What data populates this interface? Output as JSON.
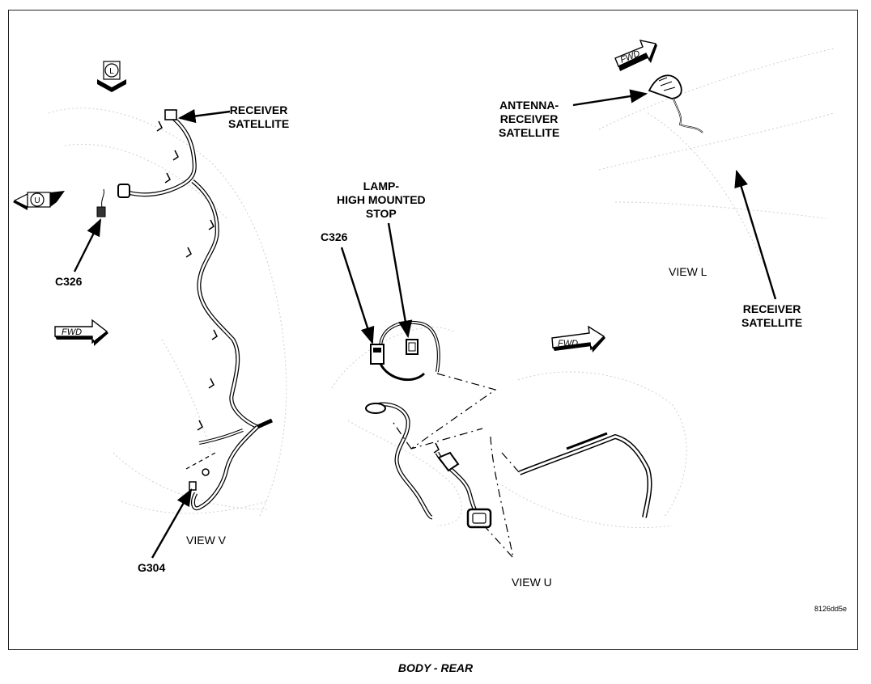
{
  "diagram": {
    "labels": {
      "receiver_satellite_v": [
        "RECEIVER",
        "SATELLITE"
      ],
      "c326_v": "C326",
      "g304": "G304",
      "lamp": [
        "LAMP-",
        "HIGH MOUNTED",
        "STOP"
      ],
      "c326_u": "C326",
      "antenna": [
        "ANTENNA-",
        "RECEIVER",
        "SATELLITE"
      ],
      "receiver_satellite_l": [
        "RECEIVER",
        "SATELLITE"
      ]
    },
    "views": {
      "v": "VIEW V",
      "u": "VIEW U",
      "l": "VIEW L"
    },
    "view_symbols": {
      "l": "L",
      "u": "U"
    },
    "fwd": "FWD",
    "figure_code": "8126dd5e",
    "caption": "BODY - REAR"
  }
}
